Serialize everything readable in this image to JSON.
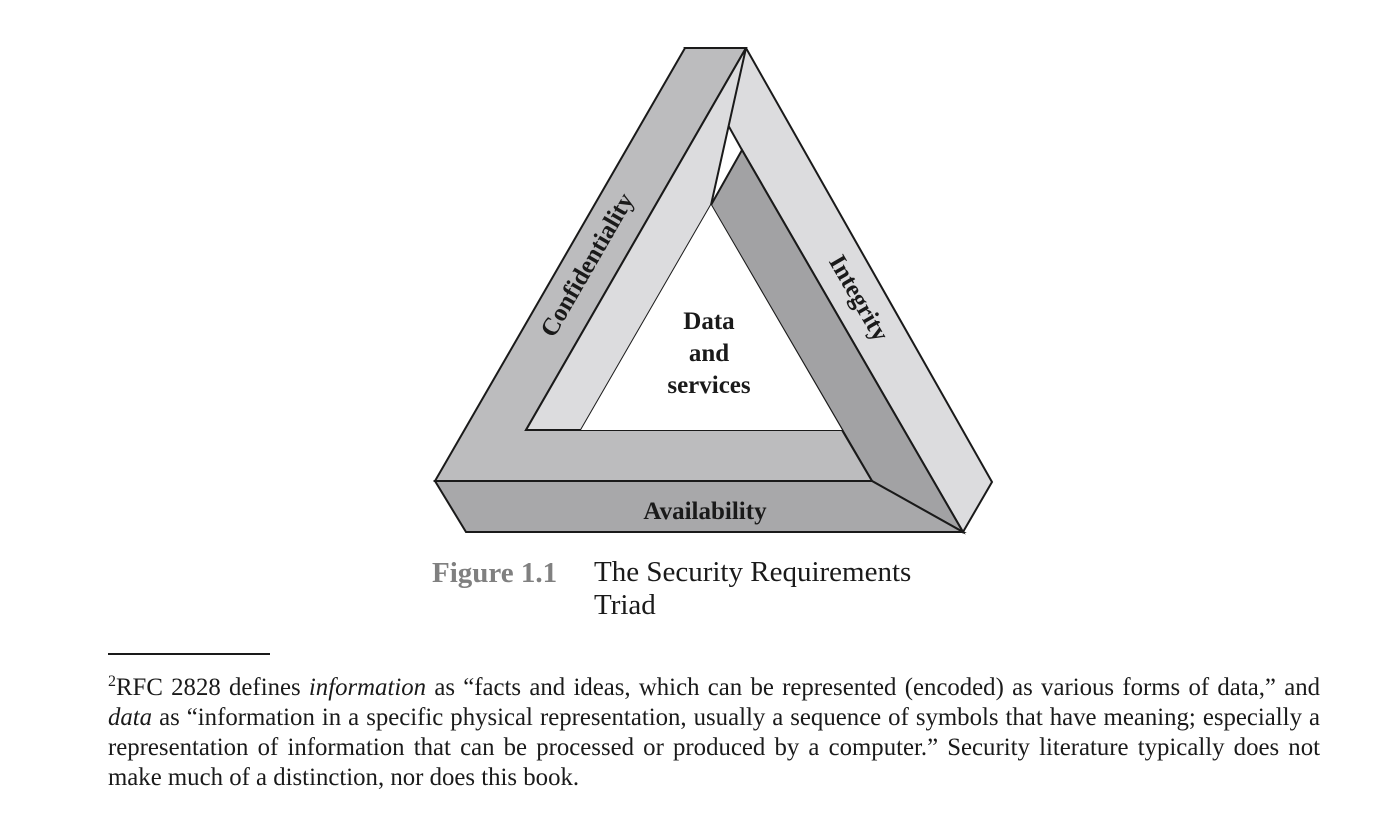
{
  "figure": {
    "center_label_lines": [
      "Data",
      "and",
      "services"
    ],
    "side_labels": {
      "left": "Confidentiality",
      "right": "Integrity",
      "bottom": "Availability"
    },
    "colors": {
      "left_face": "#bcbcbe",
      "inner_light_face": "#dcdcde",
      "right_face": "#a2a2a4",
      "bottom_face": "#a8a8aa",
      "outline": "#1a1a1a"
    }
  },
  "caption": {
    "number": "Figure 1.1",
    "title": "The Security Requirements Triad"
  },
  "footnote": {
    "marker": "2",
    "segments": [
      {
        "text": "RFC 2828 defines ",
        "italic": false
      },
      {
        "text": "information",
        "italic": true
      },
      {
        "text": " as “facts and ideas, which can be represented (encoded) as various forms of data,” and ",
        "italic": false
      },
      {
        "text": "data",
        "italic": true
      },
      {
        "text": " as “information in a specific physical representation, usually a sequence of symbols that have meaning; especially a representation of information that can be processed or produced by a computer.” Security literature typically does not make much of a distinction, nor does this book.",
        "italic": false
      }
    ]
  }
}
